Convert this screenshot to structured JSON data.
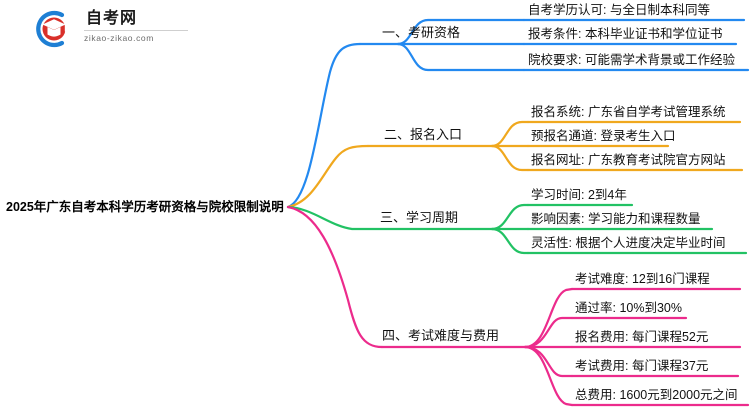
{
  "logo": {
    "name": "自考网",
    "domain": "zikao-zikao.com",
    "mark_icon": "graduation-cap-icon",
    "arc_color": "#1e7fd4",
    "cap_color": "#d9302a"
  },
  "mindmap": {
    "root": {
      "label": "2025年广东自考本科学历考研资格与院校限制说明"
    },
    "branches": [
      {
        "label": "一、考研资格",
        "color": "#2389f0",
        "children": [
          {
            "label": "自考学历认可: 与全日制本科同等"
          },
          {
            "label": "报考条件: 本科毕业证书和学位证书"
          },
          {
            "label": "院校要求: 可能需学术背景或工作经验"
          }
        ]
      },
      {
        "label": "二、报名入口",
        "color": "#f0a81e",
        "children": [
          {
            "label": "报名系统: 广东省自学考试管理系统"
          },
          {
            "label": "预报名通道: 登录考生入口"
          },
          {
            "label": "报名网址: 广东教育考试院官方网站"
          }
        ]
      },
      {
        "label": "三、学习周期",
        "color": "#22c264",
        "children": [
          {
            "label": "学习时间: 2到4年"
          },
          {
            "label": "影响因素: 学习能力和课程数量"
          },
          {
            "label": "灵活性: 根据个人进度决定毕业时间"
          }
        ]
      },
      {
        "label": "四、考试难度与费用",
        "color": "#ec2b8c",
        "children": [
          {
            "label": "考试难度: 12到16门课程"
          },
          {
            "label": "通过率: 10%到30%"
          },
          {
            "label": "报名费用: 每门课程52元"
          },
          {
            "label": "考试费用: 每门课程37元"
          },
          {
            "label": "总费用: 1600元到2000元之间"
          }
        ]
      }
    ]
  }
}
